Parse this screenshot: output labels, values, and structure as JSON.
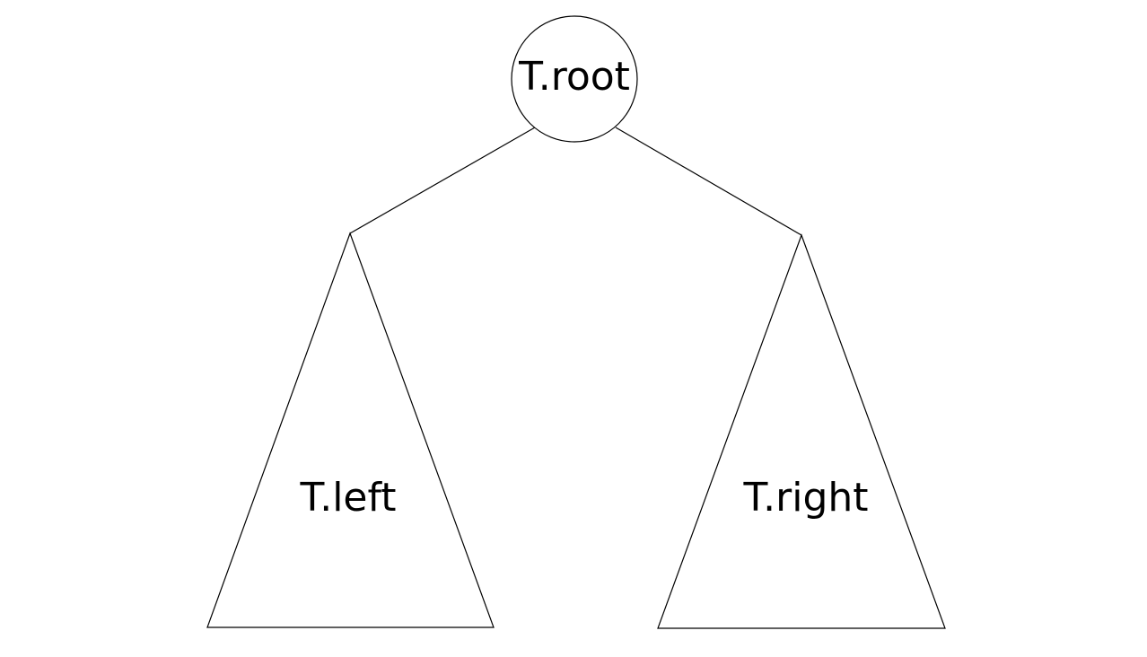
{
  "root": {
    "label": "T.root"
  },
  "left_subtree": {
    "label": "T.left"
  },
  "right_subtree": {
    "label": "T.right"
  },
  "colors": {
    "stroke": "#000000",
    "background": "#ffffff"
  }
}
